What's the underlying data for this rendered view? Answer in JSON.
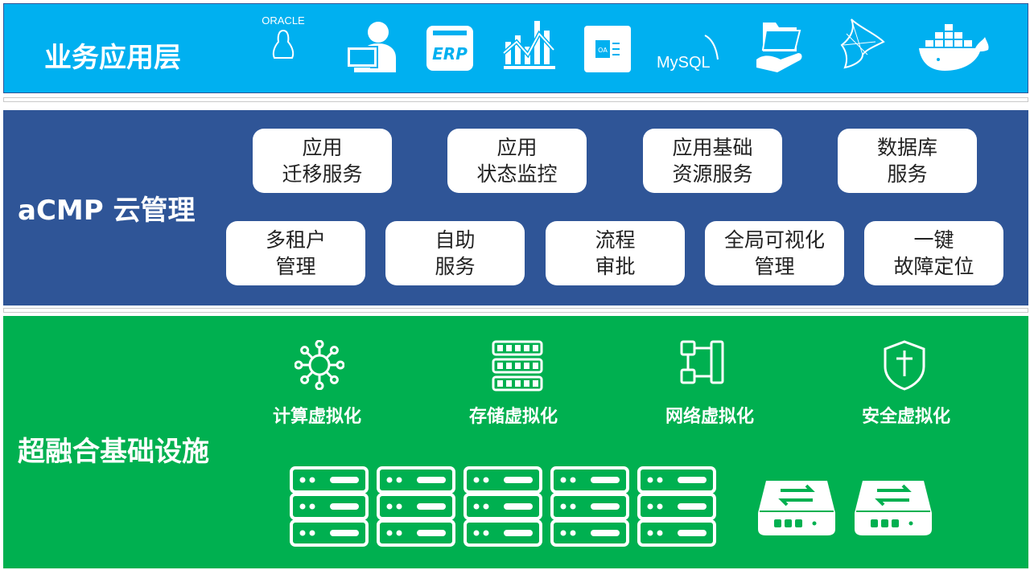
{
  "colors": {
    "app_layer": "#00b0f0",
    "cmp_layer": "#2f5597",
    "infra_layer": "#00b050"
  },
  "app_layer": {
    "title": "业务应用层",
    "icons": [
      {
        "name": "oracle-linux-icon",
        "text": "ORACLE"
      },
      {
        "name": "user-monitor-icon"
      },
      {
        "name": "erp-icon",
        "text": "ERP"
      },
      {
        "name": "bar-chart-icon"
      },
      {
        "name": "oa-icon",
        "text": "OA"
      },
      {
        "name": "mysql-icon",
        "text": "MySQL"
      },
      {
        "name": "file-share-icon"
      },
      {
        "name": "sql-server-icon"
      },
      {
        "name": "docker-icon"
      }
    ]
  },
  "cmp_layer": {
    "title": "aCMP 云管理",
    "row1": [
      {
        "l1": "应用",
        "l2": "迁移服务"
      },
      {
        "l1": "应用",
        "l2": "状态监控"
      },
      {
        "l1": "应用基础",
        "l2": "资源服务"
      },
      {
        "l1": "数据库",
        "l2": "服务"
      }
    ],
    "row2": [
      {
        "l1": "多租户",
        "l2": "管理"
      },
      {
        "l1": "自助",
        "l2": "服务"
      },
      {
        "l1": "流程",
        "l2": "审批"
      },
      {
        "l1": "全局可视化",
        "l2": "管理"
      },
      {
        "l1": "一键",
        "l2": "故障定位"
      }
    ]
  },
  "infra_layer": {
    "title": "超融合基础设施",
    "virtualization": [
      {
        "label": "计算虚拟化",
        "icon": "compute-icon"
      },
      {
        "label": "存储虚拟化",
        "icon": "storage-icon"
      },
      {
        "label": "网络虚拟化",
        "icon": "network-icon"
      },
      {
        "label": "安全虚拟化",
        "icon": "shield-icon"
      }
    ],
    "server_count": 5,
    "drive_count": 2
  }
}
